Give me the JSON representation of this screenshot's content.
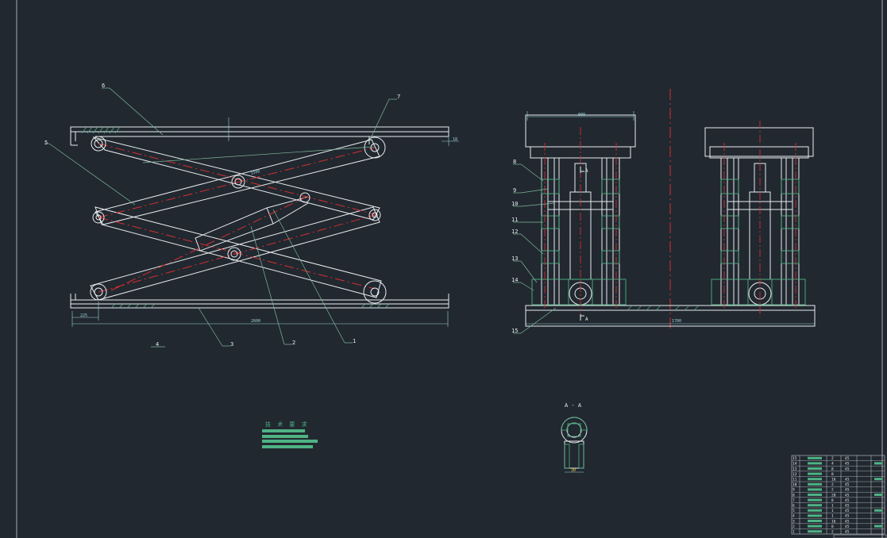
{
  "colors": {
    "background": "#212830",
    "outline": "#e9ecef",
    "centerline": "#d62e2e",
    "leader": "#7fb89a",
    "hatch": "#4fb283",
    "accent": "#e8d44d",
    "dimension": "#9fd3dc",
    "frame": "#c8ccd0"
  },
  "front_view": {
    "callouts": [
      "6",
      "7",
      "5",
      "4",
      "3",
      "2",
      "1"
    ],
    "dims": {
      "overall_length": "2600",
      "left_offset": "225",
      "side_gap": "18",
      "link_length": "1500"
    }
  },
  "side_view": {
    "callouts": [
      "8",
      "9",
      "10",
      "11",
      "12",
      "13",
      "14",
      "15"
    ],
    "dims": {
      "table_width": "800",
      "base_width": "1700"
    },
    "section_mark": "A"
  },
  "section_view": {
    "label": "A - A",
    "dim": "30"
  },
  "tech_requirements": {
    "title": "技 术 要 求"
  },
  "bom": {
    "rows": [
      {
        "no": "15",
        "qty": "2",
        "mat": "45"
      },
      {
        "no": "14",
        "qty": "4",
        "mat": "45"
      },
      {
        "no": "13",
        "qty": "8",
        "mat": "45"
      },
      {
        "no": "12",
        "qty": "8",
        "mat": ""
      },
      {
        "no": "11",
        "qty": "16",
        "mat": "45"
      },
      {
        "no": "10",
        "qty": "2",
        "mat": "45"
      },
      {
        "no": "9",
        "qty": "2",
        "mat": "45"
      },
      {
        "no": "8",
        "qty": "20",
        "mat": "45"
      },
      {
        "no": "7",
        "qty": "8",
        "mat": "45"
      },
      {
        "no": "6",
        "qty": "1",
        "mat": "45"
      },
      {
        "no": "5",
        "qty": "1",
        "mat": "45"
      },
      {
        "no": "4",
        "qty": "1",
        "mat": "45"
      },
      {
        "no": "3",
        "qty": "16",
        "mat": "45"
      },
      {
        "no": "2",
        "qty": "8",
        "mat": "45"
      },
      {
        "no": "1",
        "qty": "2",
        "mat": "45"
      }
    ]
  }
}
